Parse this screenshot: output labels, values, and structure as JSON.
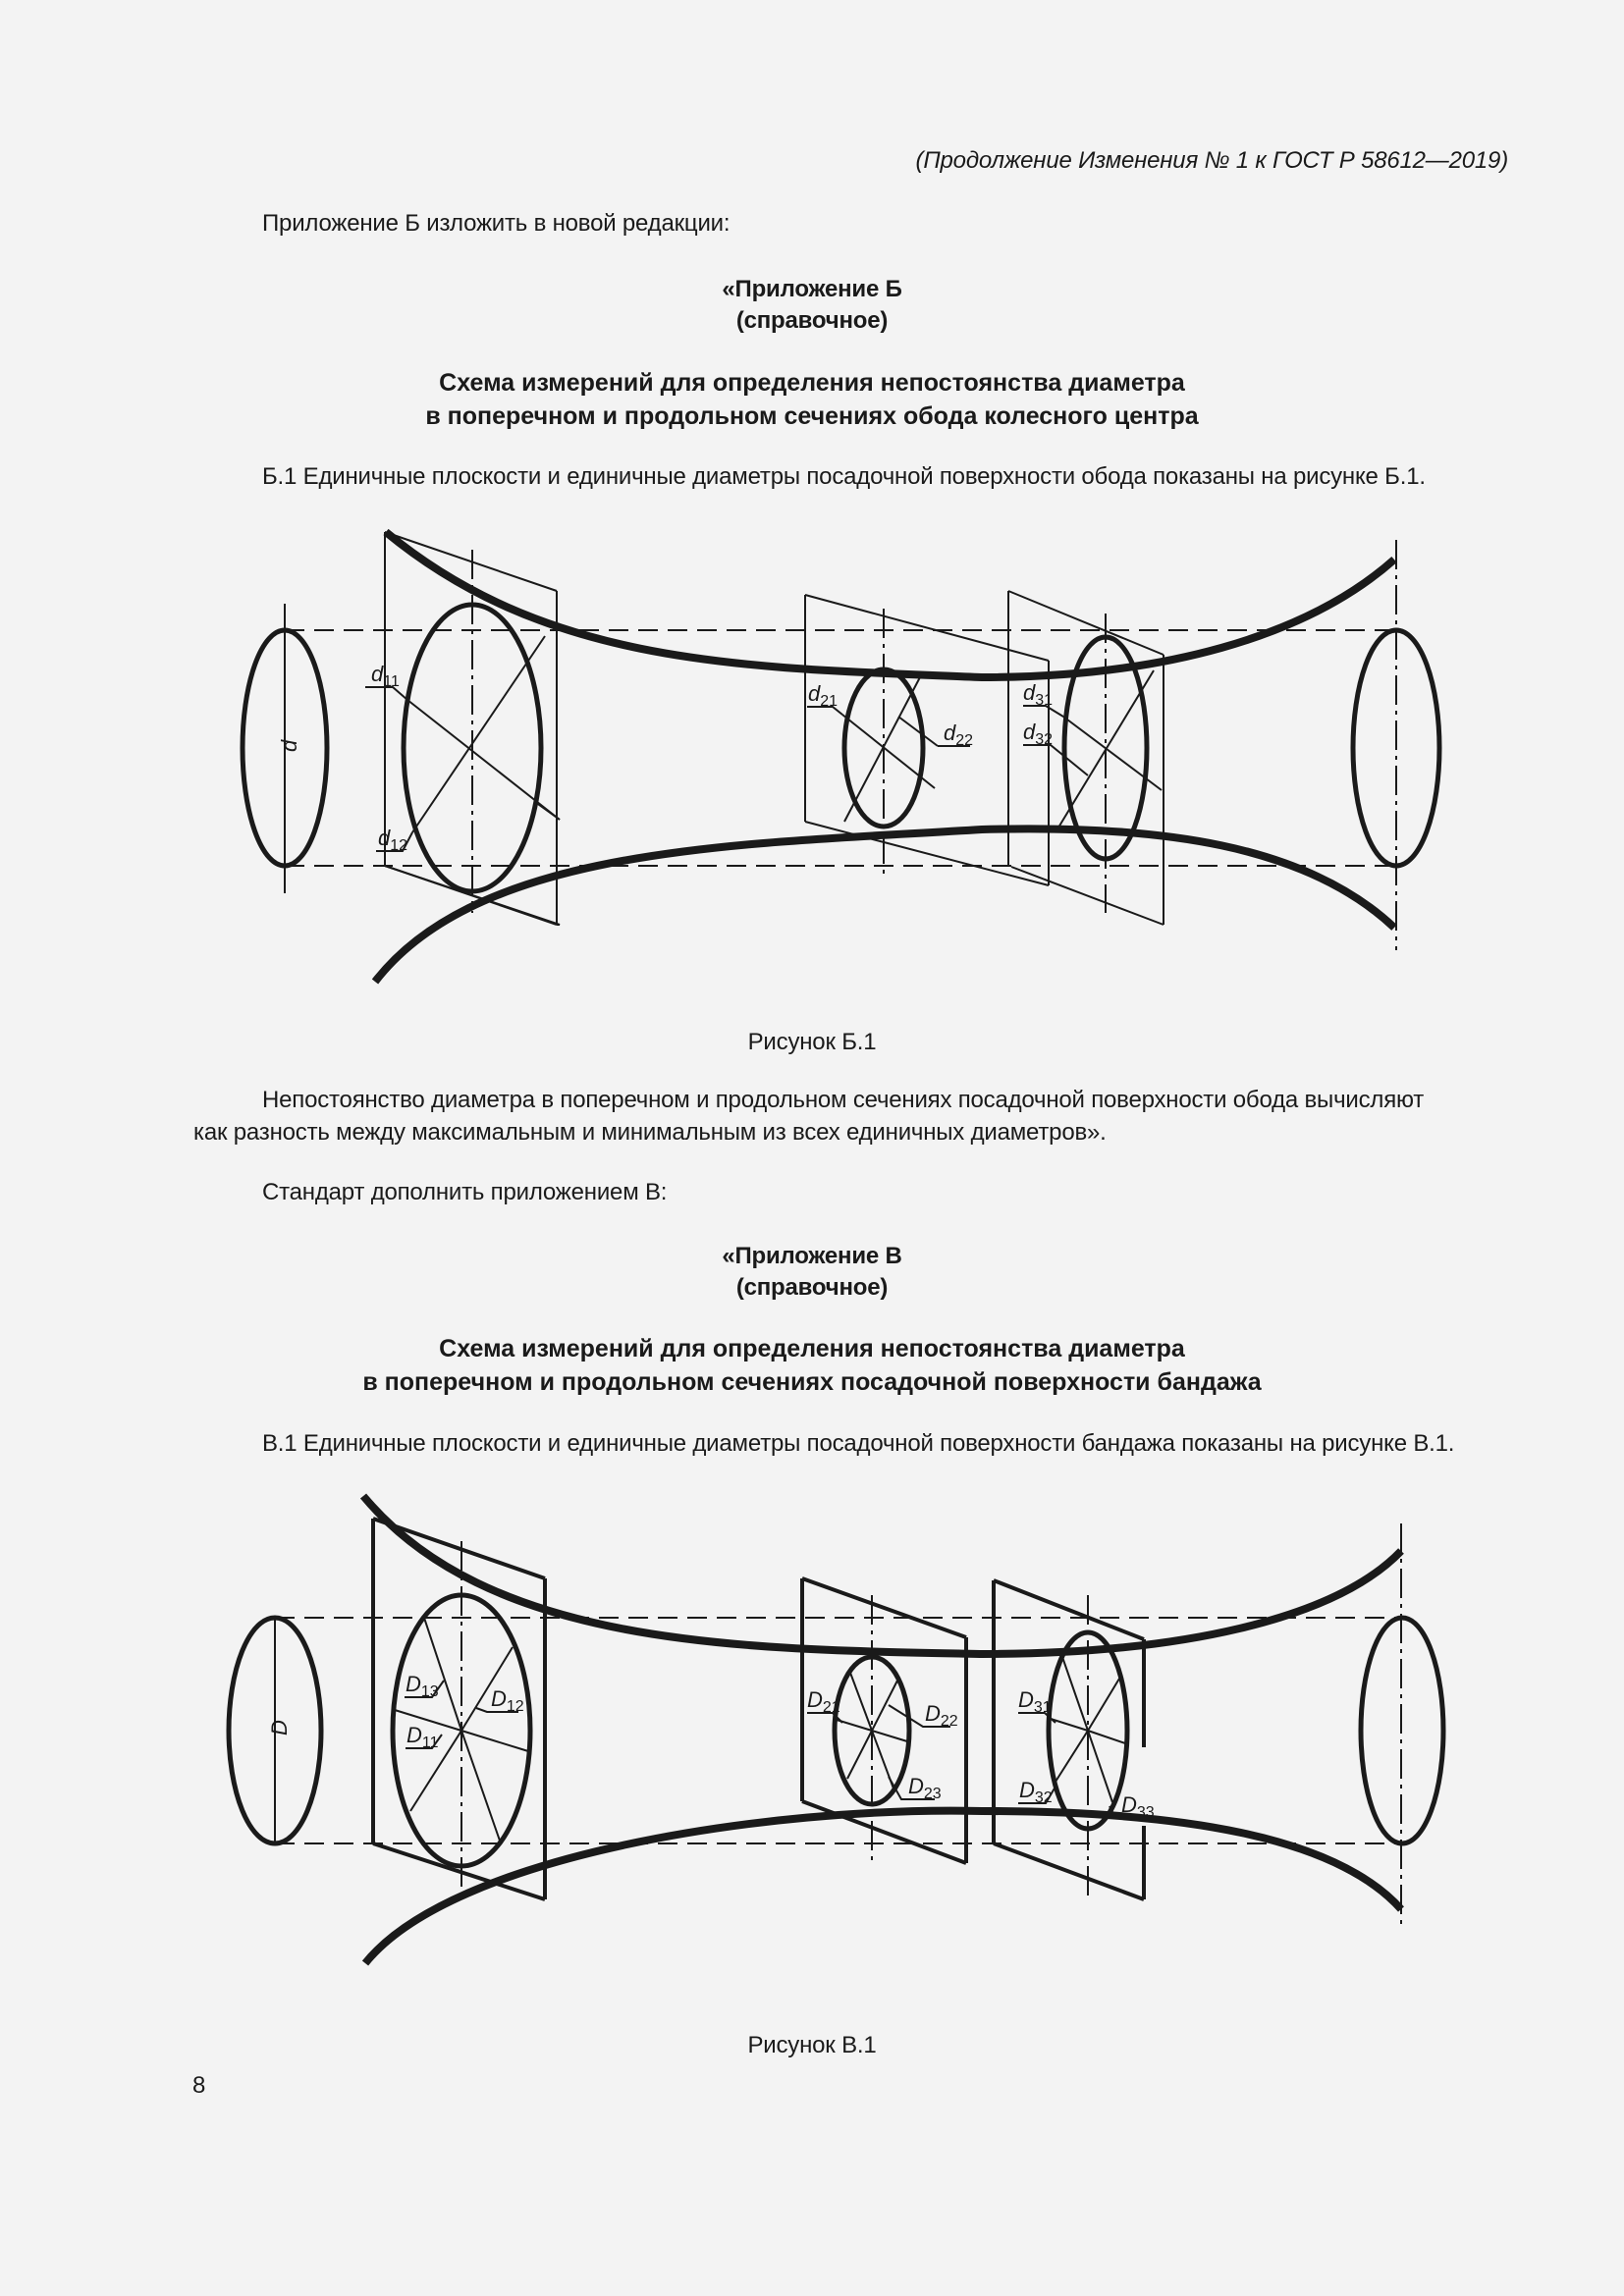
{
  "header": {
    "continuation": "(Продолжение Изменения № 1 к ГОСТ Р 58612—2019)"
  },
  "section_b": {
    "intro": "Приложение Б изложить в новой редакции:",
    "appendix_label": "«Приложение Б",
    "appendix_type": "(справочное)",
    "title_line1": "Схема измерений для определения непостоянства диаметра",
    "title_line2": "в поперечном и продольном сечениях обода колесного центра",
    "clause": "Б.1 Единичные плоскости и единичные диаметры посадочной поверхности обода показаны на рисунке Б.1.",
    "figure": {
      "caption": "Рисунок Б.1",
      "diameter_label": "d",
      "labels": [
        {
          "main": "d",
          "sub": "11"
        },
        {
          "main": "d",
          "sub": "12"
        },
        {
          "main": "d",
          "sub": "21"
        },
        {
          "main": "d",
          "sub": "22"
        },
        {
          "main": "d",
          "sub": "31"
        },
        {
          "main": "d",
          "sub": "32"
        }
      ]
    },
    "paragraph_line1": "Непостоянство диаметра в поперечном и продольном сечениях посадочной поверхности обода вычисляют",
    "paragraph_line2": "как разность между максимальным и минимальным из всех единичных диаметров»."
  },
  "section_v": {
    "intro": "Стандарт дополнить приложением В:",
    "appendix_label": "«Приложение В",
    "appendix_type": "(справочное)",
    "title_line1": "Схема измерений для определения непостоянства диаметра",
    "title_line2": "в поперечном и продольном сечениях посадочной поверхности бандажа",
    "clause": "В.1  Единичные плоскости и единичные диаметры посадочной поверхности бандажа показаны на рисунке В.1.",
    "figure": {
      "caption": "Рисунок В.1",
      "diameter_label": "D",
      "labels": [
        {
          "main": "D",
          "sub": "13"
        },
        {
          "main": "D",
          "sub": "12"
        },
        {
          "main": "D",
          "sub": "11"
        },
        {
          "main": "D",
          "sub": "21"
        },
        {
          "main": "D",
          "sub": "22"
        },
        {
          "main": "D",
          "sub": "23"
        },
        {
          "main": "D",
          "sub": "31"
        },
        {
          "main": "D",
          "sub": "32"
        },
        {
          "main": "D",
          "sub": "33"
        }
      ]
    }
  },
  "footer": {
    "page_number": "8"
  }
}
